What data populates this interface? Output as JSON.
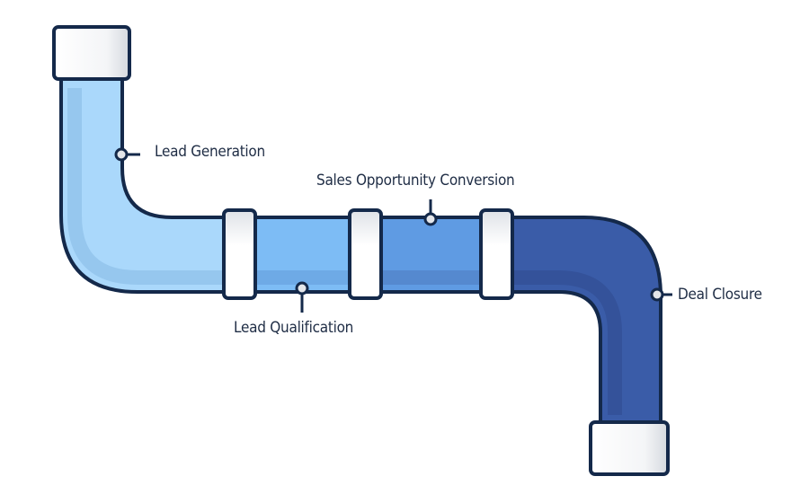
{
  "diagram": {
    "stages": [
      {
        "label": "Lead Generation",
        "color": "#aad8fb"
      },
      {
        "label": "Lead Qualification",
        "color": "#7dbcf5"
      },
      {
        "label": "Sales Opportunity Conversion",
        "color": "#5f9be3"
      },
      {
        "label": "Deal Closure",
        "color": "#3a5ca8"
      }
    ],
    "outline_color": "#14294a",
    "coupling_color": "#f2f3f5"
  }
}
